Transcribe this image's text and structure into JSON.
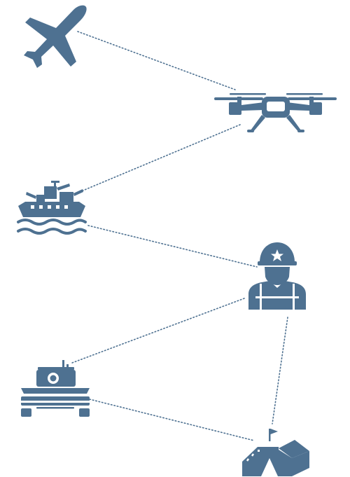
{
  "colors": {
    "icon": "#4e7191",
    "link": "#4e7191",
    "background": "#ffffff",
    "detail": "#ffffff"
  },
  "nodes": [
    {
      "id": "airplane",
      "icon": "airplane-icon"
    },
    {
      "id": "drone",
      "icon": "drone-icon"
    },
    {
      "id": "warship",
      "icon": "warship-icon"
    },
    {
      "id": "soldier",
      "icon": "soldier-icon"
    },
    {
      "id": "tank",
      "icon": "tank-icon"
    },
    {
      "id": "base",
      "icon": "field-base-icon"
    }
  ],
  "links": [
    {
      "from": "airplane",
      "to": "drone"
    },
    {
      "from": "drone",
      "to": "warship"
    },
    {
      "from": "warship",
      "to": "soldier"
    },
    {
      "from": "soldier",
      "to": "tank"
    },
    {
      "from": "soldier",
      "to": "base"
    },
    {
      "from": "tank",
      "to": "base"
    }
  ]
}
